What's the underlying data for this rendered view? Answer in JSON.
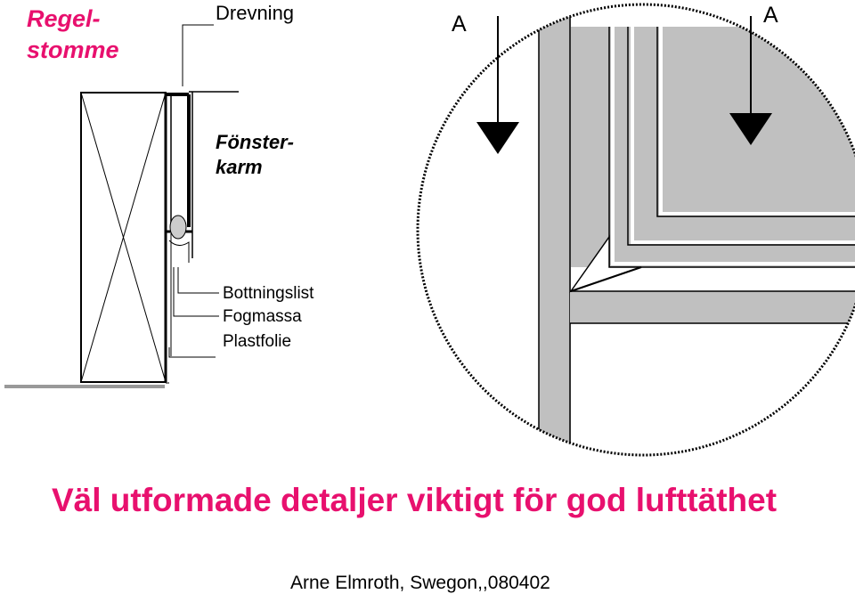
{
  "labels": {
    "regel_line1": "Regel-",
    "regel_line2": "stomme",
    "drevning": "Drevning",
    "fonster_line1": "Fönster-",
    "fonster_line2": "karm",
    "bottningslist": "Bottningslist",
    "fogmassa": "Fogmassa",
    "plastfolie": "Plastfolie",
    "section_left": "A",
    "section_right": "A"
  },
  "headline": "Väl utformade detaljer viktigt för god lufttäthet",
  "credit": "Arne Elmroth, Swegon,,080402",
  "colors": {
    "accent": "#e8106e",
    "fill_gray": "#c0c0c0",
    "line": "#000000"
  }
}
